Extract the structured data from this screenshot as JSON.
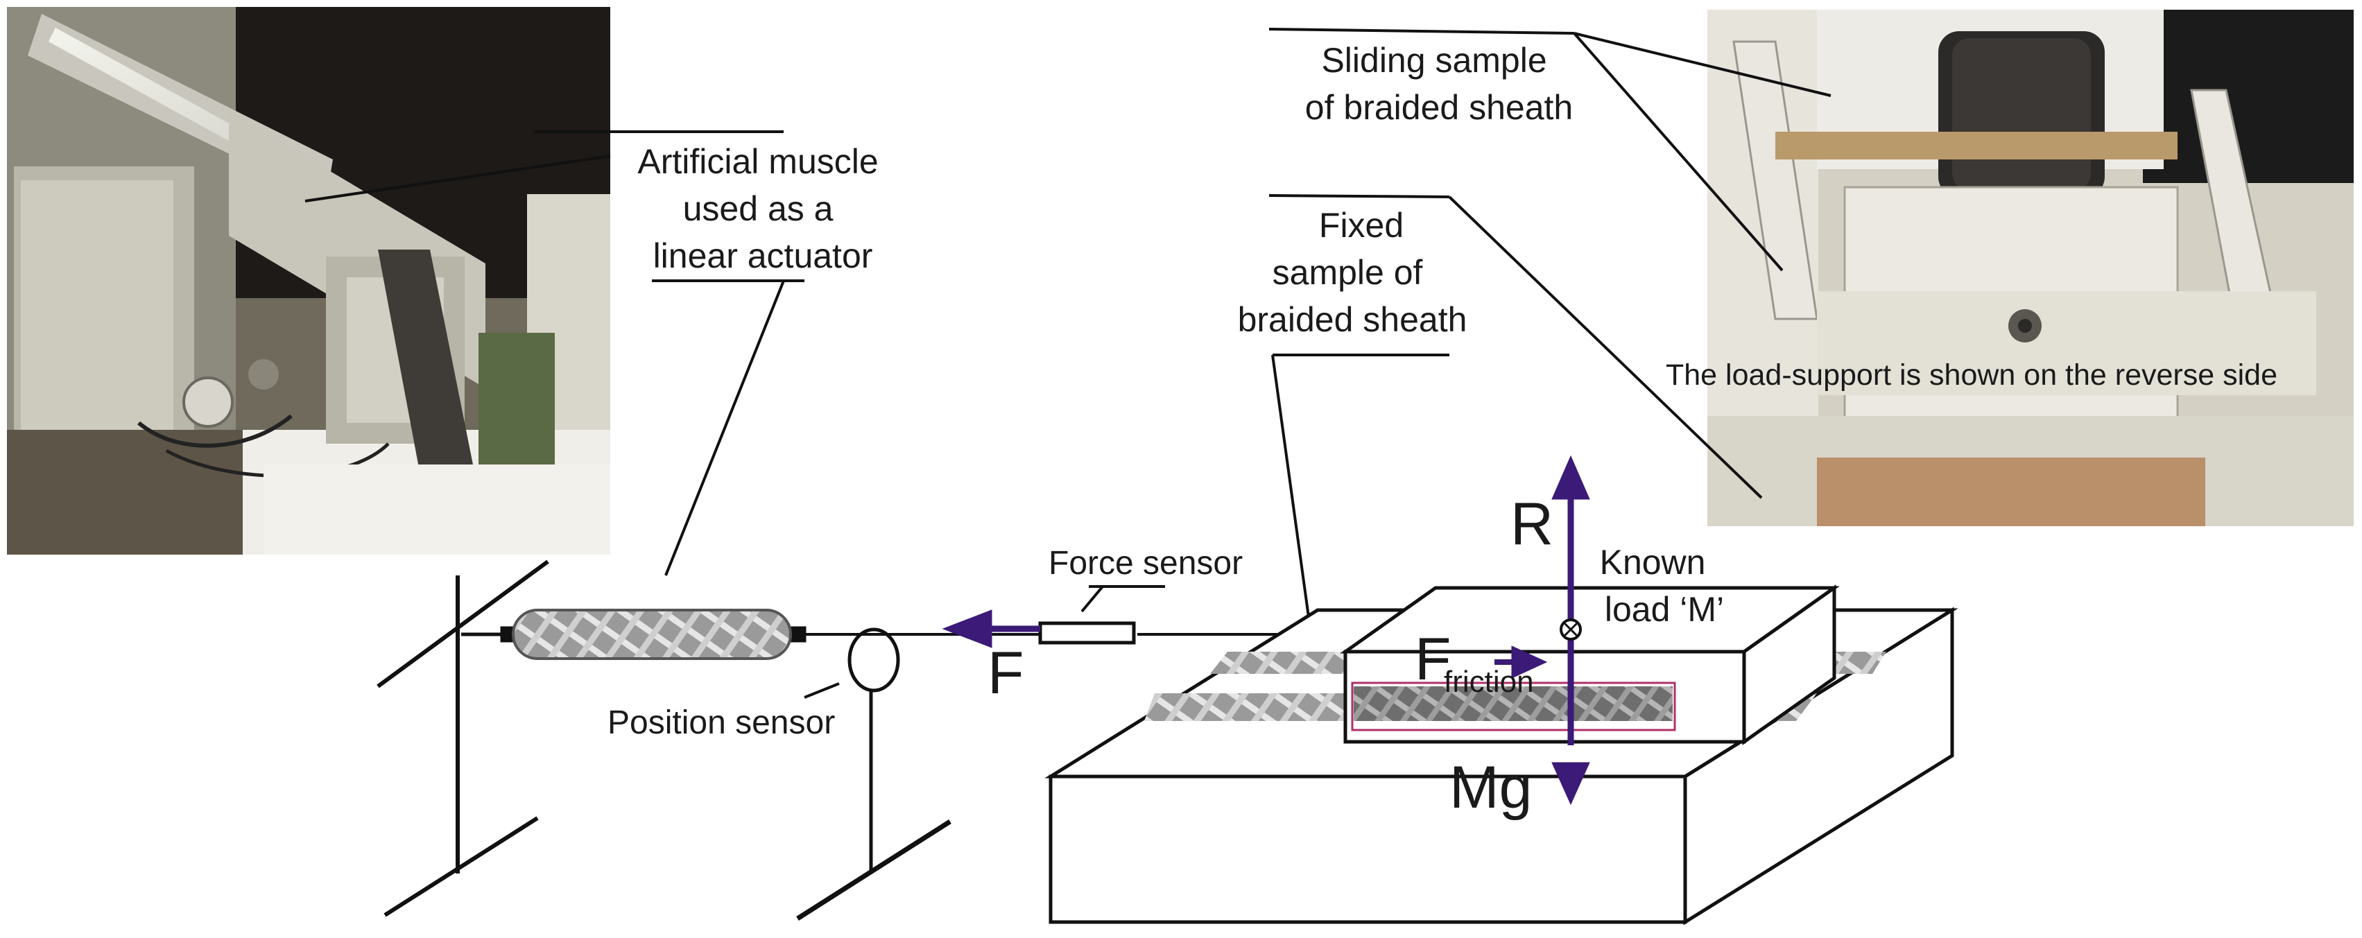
{
  "labels": {
    "artificial_muscle": [
      "Artificial muscle",
      "used as a",
      "linear actuator"
    ],
    "sliding_sample": [
      "Sliding sample",
      "of braided sheath"
    ],
    "fixed_sample": [
      "Fixed",
      "sample of",
      "braided sheath"
    ],
    "load_support_note": "The load-support is shown on the reverse side",
    "force_sensor": "Force sensor",
    "position_sensor": "Position sensor",
    "known_load": [
      "Known",
      "load ‘M’"
    ],
    "force_F": "F",
    "reaction_R": "R",
    "friction_F": "F",
    "friction_sub": "friction",
    "weight_Mg": "Mg"
  },
  "colors": {
    "arrow": "#3b1a78",
    "line": "#111111",
    "sheath": "#8a8a8a",
    "highlight_box": "#b0306a"
  }
}
